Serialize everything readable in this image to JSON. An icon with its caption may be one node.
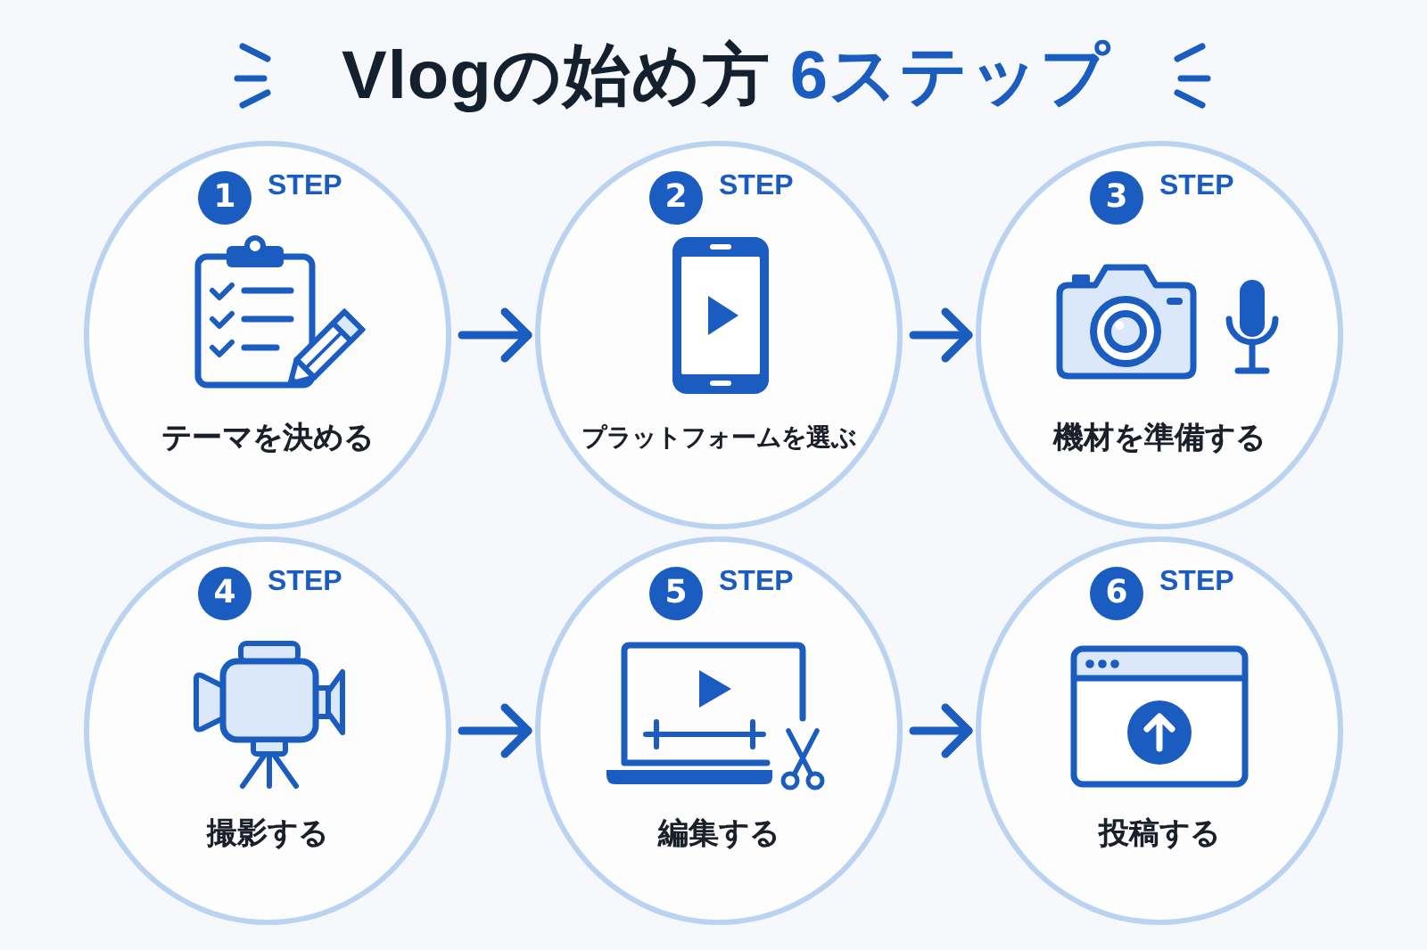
{
  "diagram": {
    "title": "Vlogの始め方 6ステップ",
    "nodes": [
      {
        "text": [
          "1",
          "STEP",
          "テーマを決める"
        ]
      },
      {
        "text": [
          "2",
          "STEP",
          "プラットフォームを選ぶ"
        ]
      },
      {
        "text": [
          "3",
          "STEP",
          "機材を準備する"
        ]
      },
      {
        "text": [
          "4",
          "STEP",
          "撮影する"
        ]
      },
      {
        "text": [
          "5",
          "STEP",
          "編集する"
        ]
      },
      {
        "text": [
          "6",
          "STEP",
          "投稿する"
        ]
      }
    ],
    "edges": [
      {
        "from": 0,
        "to": 1,
        "arrow": "to"
      },
      {
        "from": 1,
        "to": 2,
        "arrow": "to"
      },
      {
        "from": 3,
        "to": 4,
        "arrow": "to"
      },
      {
        "from": 4,
        "to": 5,
        "arrow": "to"
      }
    ]
  }
}
